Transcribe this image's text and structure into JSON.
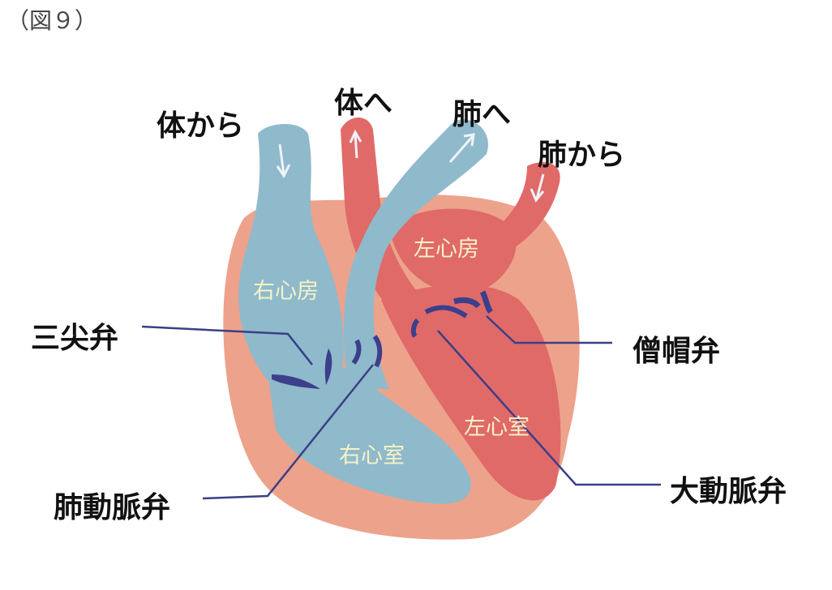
{
  "figure_label": "（図９）",
  "flow_labels": {
    "from_body": "体から",
    "to_body": "体へ",
    "to_lungs": "肺へ",
    "from_lungs": "肺から"
  },
  "chambers": {
    "right_atrium": "右心房",
    "left_atrium": "左心房",
    "right_ventricle": "右心室",
    "left_ventricle": "左心室"
  },
  "valves": {
    "tricuspid": "三尖弁",
    "mitral": "僧帽弁",
    "pulmonary": "肺動脈弁",
    "aortic": "大動脈弁"
  },
  "colors": {
    "pericardium": "#eda28b",
    "venous": "#8fbacb",
    "arterial": "#e06a68",
    "valve": "#3b3f8c",
    "leader": "#3b3f88"
  }
}
